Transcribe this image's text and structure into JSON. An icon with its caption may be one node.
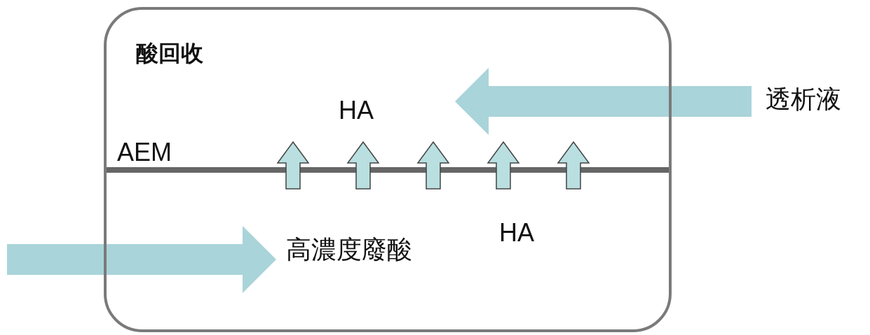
{
  "diagram": {
    "nodes": [
      {
        "text": [
          "酸回收"
        ]
      },
      {
        "text": [
          "透析液"
        ]
      },
      {
        "text": [
          "高濃度廢酸"
        ],
        "in": 0
      }
    ],
    "edges": [
      {
        "from": 1,
        "to": 0,
        "arrow": "to"
      },
      {
        "from": null,
        "to": 2,
        "arrow": "to"
      }
    ],
    "labels": [
      "HA",
      "AEM",
      "HA"
    ]
  }
}
